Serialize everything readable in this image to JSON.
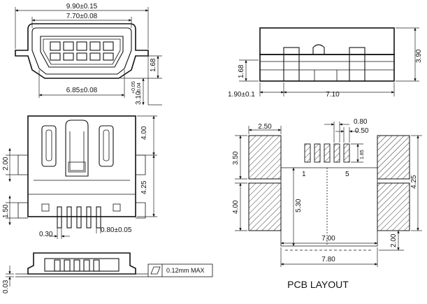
{
  "front_view": {
    "dim_total_width": "9.90±0.15",
    "dim_inner_width": "7.70±0.08",
    "dim_bottom_width": "6.85±0.08",
    "dim_right_height": "1.68",
    "dim_side_tol_main": "3.10",
    "dim_side_tol_upper": "+0.05",
    "dim_side_tol_lower": "-0.04"
  },
  "side_view": {
    "dim_height": "3.90",
    "dim_left_height": "1.68",
    "dim_left_offset": "1.90±0.1",
    "dim_length": "7.10"
  },
  "top_view": {
    "dim_upper_height": "4.00",
    "dim_lower_height": "4.25",
    "dim_left_tab": "2.00",
    "dim_left_foot": "1.50",
    "dim_pin_width": "0.30",
    "dim_pin_pitch": "0.80±0.05"
  },
  "bottom_view": {
    "dim_standoff": "0.03",
    "flatness_label": "0.12mm MAX"
  },
  "pcb_layout": {
    "title": "PCB LAYOUT",
    "dim_pad_width": "2.50",
    "dim_pitch": "0.80",
    "dim_pin_width": "0.50",
    "dim_pin_length": "1.85",
    "dim_upper_pad": "3.50",
    "dim_lower_pad": "4.00",
    "dim_center_height": "5.30",
    "dim_right_pad": "4.25",
    "dim_inner_span": "7.00",
    "dim_bottom_offset": "2.00",
    "dim_outer_span": "7.80",
    "pin_label_first": "1",
    "pin_label_last": "5"
  }
}
